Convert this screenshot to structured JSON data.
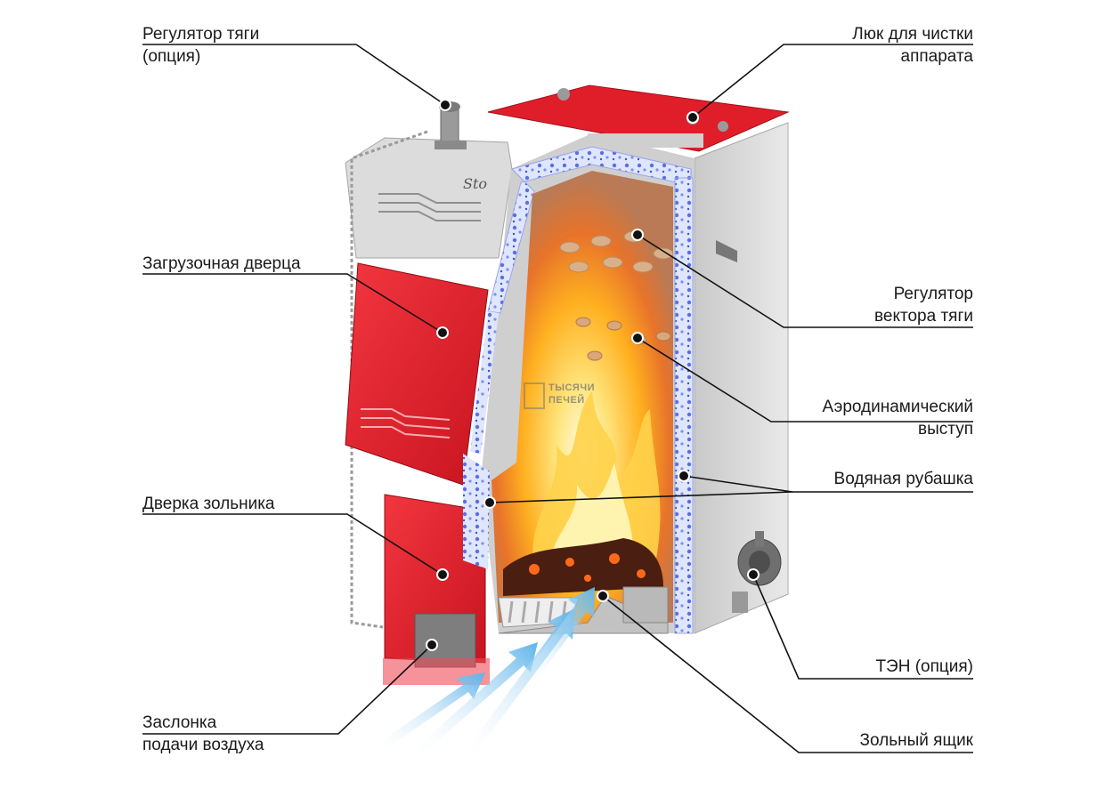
{
  "colors": {
    "body_red": "#e01e2a",
    "steel": "#d6d6d6",
    "water_blue": "#5b6fe0",
    "flame": "#ffb020",
    "air_arrow": "#7fc8f0",
    "leader": "#111111"
  },
  "labels": {
    "draft_regulator": [
      "Регулятор тяги",
      "(опция)"
    ],
    "cleaning_hatch": [
      "Люк для чистки",
      "аппарата"
    ],
    "loading_door": [
      "Загрузочная дверца"
    ],
    "draft_vector_regulator": [
      "Регулятор",
      "вектора тяги"
    ],
    "aerodynamic_ledge": [
      "Аэродинамический",
      "выступ"
    ],
    "water_jacket": [
      "Водяная рубашка"
    ],
    "ash_door": [
      "Дверка зольника"
    ],
    "heating_element": [
      "ТЭН (опция)"
    ],
    "air_damper": [
      "Заслонка",
      "подачи воздуха"
    ],
    "ash_box": [
      "Зольный ящик"
    ]
  },
  "watermark": {
    "brand_line1": "ТЫСЯЧИ",
    "brand_line2": "ПЕЧЕЙ",
    "logo_text": "Sto"
  }
}
